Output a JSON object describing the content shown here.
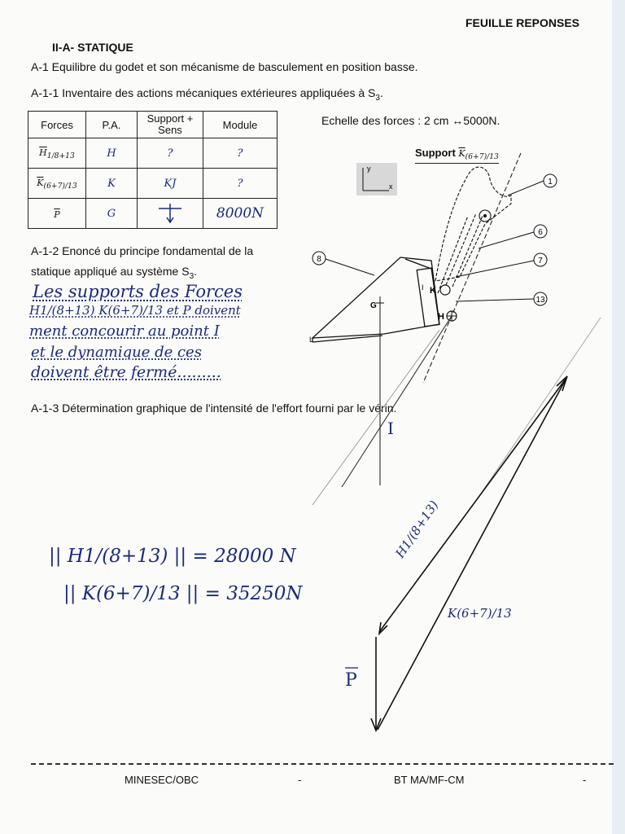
{
  "header": {
    "sheet_title": "FEUILLE REPONSES",
    "section": "II-A-  STATIQUE"
  },
  "q_a1": "A-1 Equilibre du godet et son mécanisme de basculement en position basse.",
  "q_a11": "A-1-1 Inventaire des actions mécaniques extérieures appliquées à S",
  "q_a11_sub": "3",
  "q_a11_end": ".",
  "table": {
    "headers": [
      "Forces",
      "P.A.",
      "Support + Sens",
      "Module"
    ],
    "rows": [
      {
        "force": "H",
        "force_sub": "1/8+13",
        "pa": "H",
        "support": "?",
        "module": "?"
      },
      {
        "force": "K",
        "force_sub": "(6+7)/13",
        "pa": "K",
        "support": "KJ",
        "module": "?"
      },
      {
        "force": "P",
        "force_sub": "",
        "pa": "G",
        "support": "",
        "module": "8000N"
      }
    ]
  },
  "scale_note": "Echelle des forces : 2 cm ↔5000N.",
  "support_label": "Support",
  "support_vec": "K",
  "support_vec_sub": "(6+7)/13",
  "q_a12_line1": "A-1-2 Enoncé du principe fondamental de la",
  "q_a12_line2": "statique appliqué au système S",
  "q_a12_sub": "3",
  "q_a12_end": ".",
  "handwritten_answer": [
    "Les supports des Forces",
    "H1/(8+13) K(6+7)/13 et P doivent",
    "ment concourir au point I",
    "et le dynamique de ces",
    "doivent être fermé........."
  ],
  "q_a13": "A-1-3 Détermination graphique  de l'intensité de l'effort fourni par le vérin.",
  "results": [
    "|| H1/(8+13) || = 28000 N",
    "|| K(6+7)/13 || = 35250N"
  ],
  "figure_labels": {
    "axis_y": "y",
    "axis_x": "x",
    "point_G": "G",
    "point_K": "K",
    "point_H": "H",
    "point_I_mark": "I",
    "point_I_big": "I",
    "callouts": [
      "1",
      "6",
      "7",
      "13",
      "8"
    ],
    "tip_L": "L"
  },
  "dynamic_labels": {
    "h_vec": "H1/(8+13)",
    "k_vec": "K(6+7)/13",
    "p_vec": "P"
  },
  "footer": {
    "left": "MINESEC/OBC",
    "dash1": "-",
    "right": "BT MA/MF-CM",
    "dash2": "-"
  },
  "colors": {
    "ink": "#111111",
    "handwriting": "#1c2a7a",
    "paper": "#fbfbf9"
  }
}
